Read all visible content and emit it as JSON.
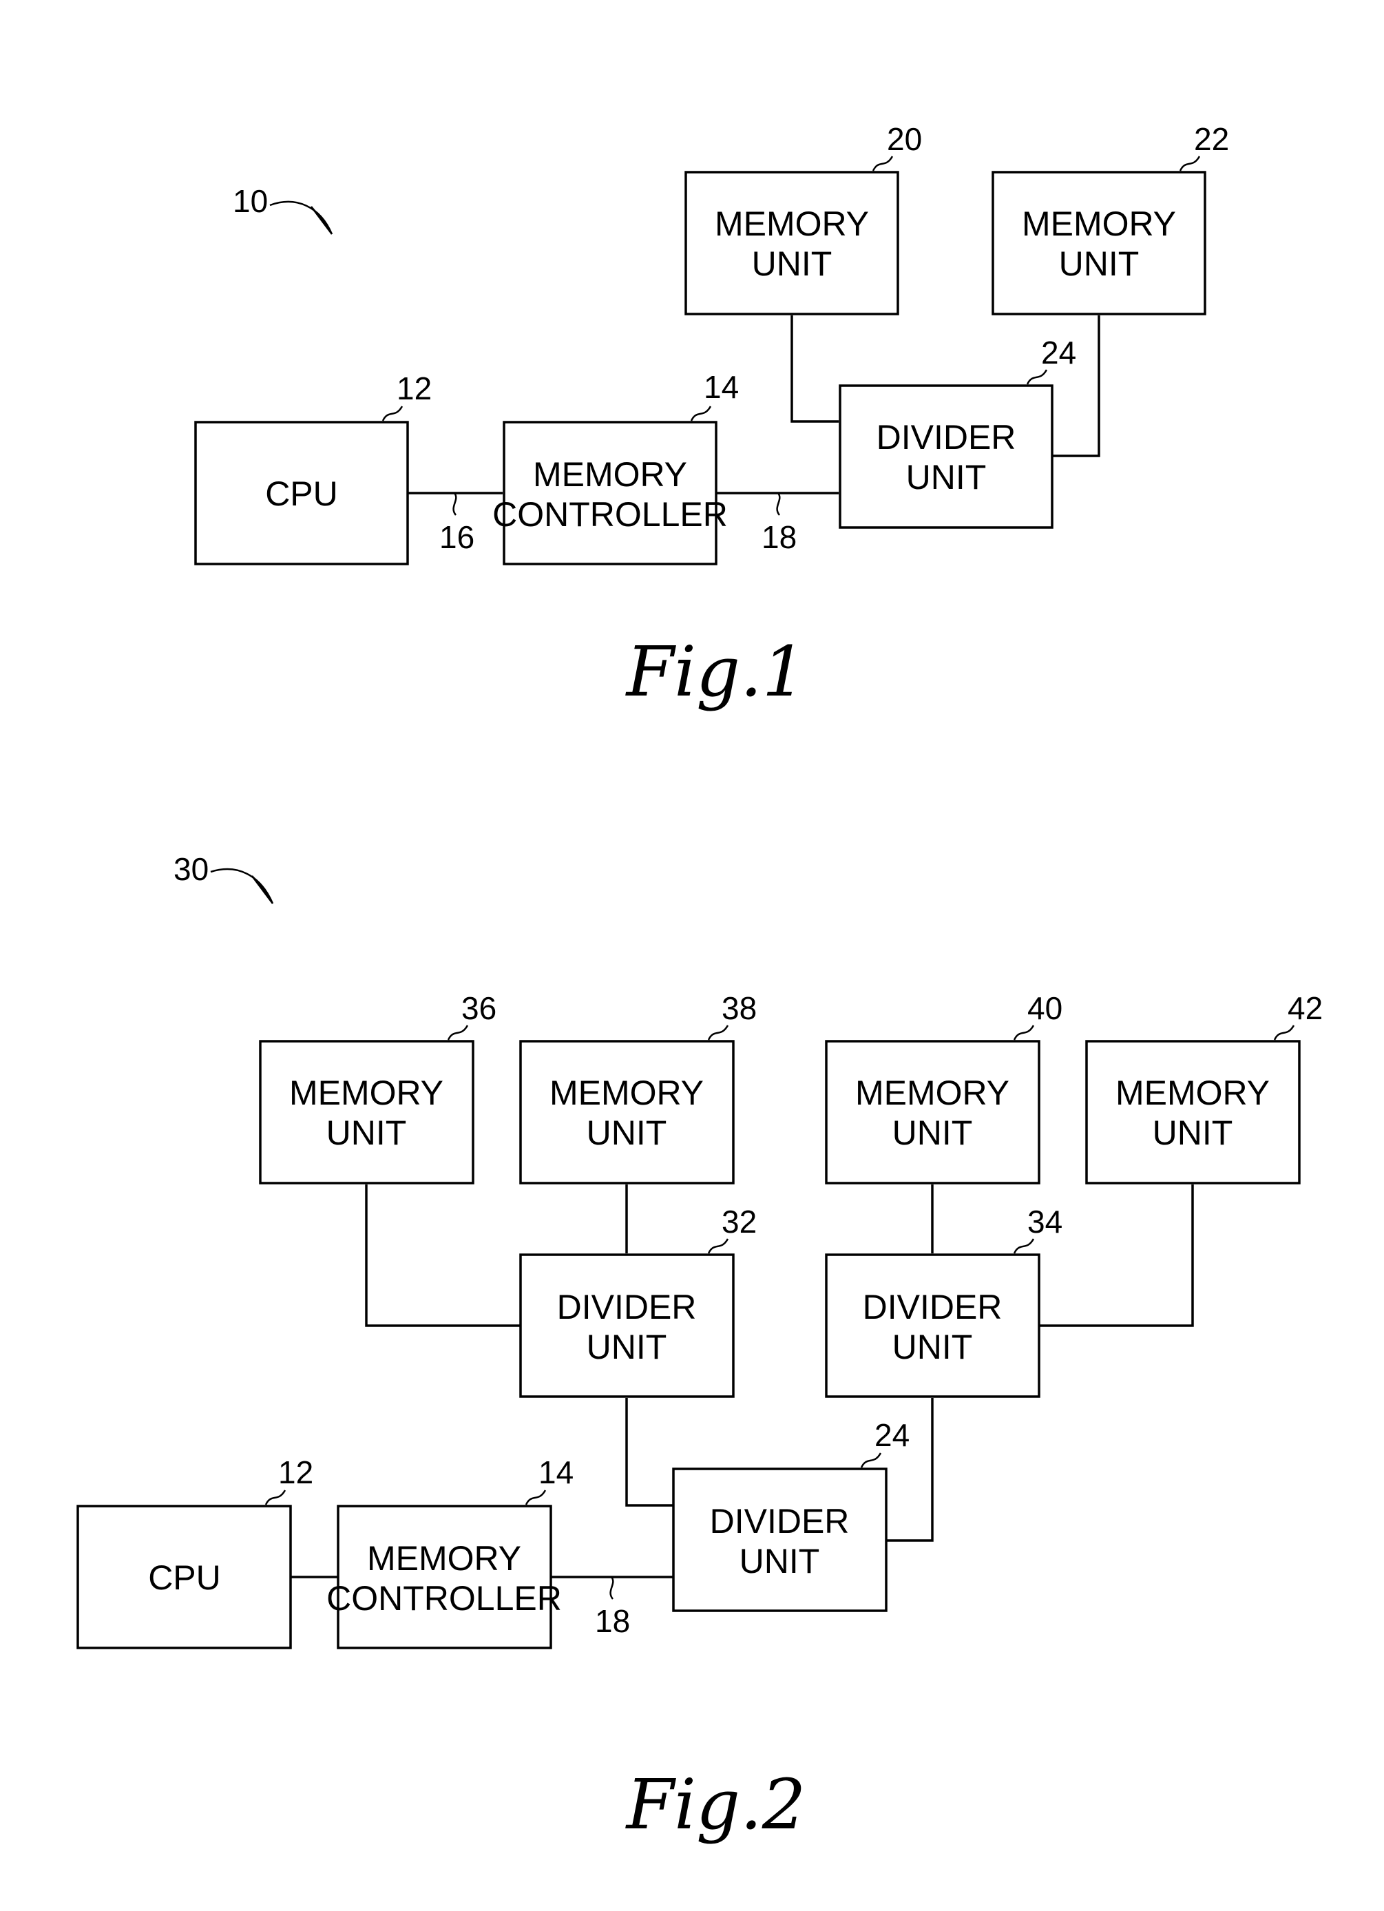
{
  "fig1": {
    "ref": "10",
    "caption": "Fig.1",
    "cpu": {
      "line1": "CPU",
      "ref": "12"
    },
    "controller": {
      "line1": "MEMORY",
      "line2": "CONTROLLER",
      "ref": "14"
    },
    "memory_a": {
      "line1": "MEMORY",
      "line2": "UNIT",
      "ref": "20"
    },
    "memory_b": {
      "line1": "MEMORY",
      "line2": "UNIT",
      "ref": "22"
    },
    "divider": {
      "line1": "DIVIDER",
      "line2": "UNIT",
      "ref": "24"
    },
    "bus_cpu_ref": "16",
    "bus_ctrl_ref": "18"
  },
  "fig2": {
    "ref": "30",
    "caption": "Fig.2",
    "cpu": {
      "line1": "CPU",
      "ref": "12"
    },
    "controller": {
      "line1": "MEMORY",
      "line2": "CONTROLLER",
      "ref": "14"
    },
    "memory_36": {
      "line1": "MEMORY",
      "line2": "UNIT",
      "ref": "36"
    },
    "memory_38": {
      "line1": "MEMORY",
      "line2": "UNIT",
      "ref": "38"
    },
    "memory_40": {
      "line1": "MEMORY",
      "line2": "UNIT",
      "ref": "40"
    },
    "memory_42": {
      "line1": "MEMORY",
      "line2": "UNIT",
      "ref": "42"
    },
    "divider_32": {
      "line1": "DIVIDER",
      "line2": "UNIT",
      "ref": "32"
    },
    "divider_34": {
      "line1": "DIVIDER",
      "line2": "UNIT",
      "ref": "34"
    },
    "divider_24": {
      "line1": "DIVIDER",
      "line2": "UNIT",
      "ref": "24"
    },
    "bus_ctrl_ref": "18"
  }
}
